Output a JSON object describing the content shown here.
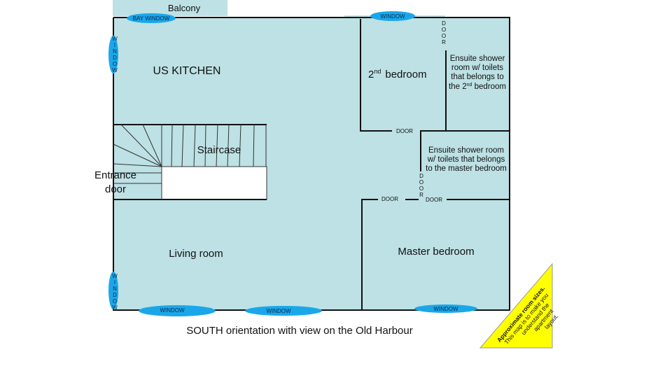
{
  "colors": {
    "room_fill": "#bde1e4",
    "window": "#1aa7ea",
    "note": "#ffff00"
  },
  "rooms": {
    "balcony": "Balcony",
    "kitchen": "US KITCHEN",
    "staircase": "Staircase",
    "entrance_line1": "Entrance",
    "entrance_line2": "door",
    "living": "Living room",
    "second_bedroom_num": "2",
    "second_bedroom_sup": "nd",
    "second_bedroom_word": "bedroom",
    "ensuite2_lines": [
      "Ensuite shower",
      "room w/ toilets",
      "that belongs to"
    ],
    "ensuite2_last_pre": "the 2",
    "ensuite2_last_sup": "nd",
    "ensuite2_last_post": " bedroom",
    "ensuite_master_lines": [
      "Ensuite shower room",
      "w/ toilets that belongs",
      "to the master bedroom"
    ],
    "master": "Master bedroom"
  },
  "windows": {
    "bay": "BAY WINDOW",
    "generic": "WINDOW",
    "vertical_letters": [
      "W",
      "I",
      "N",
      "D",
      "O",
      "W"
    ]
  },
  "doors": {
    "label": "DOOR",
    "vertical_letters": [
      "D",
      "O",
      "O",
      "R"
    ]
  },
  "orientation": "SOUTH orientation with view on the Old Harbour",
  "note": {
    "title": "Approximate room sizes.",
    "lines": [
      "This map is to make you",
      "understand  the",
      "apartment",
      "layout."
    ]
  }
}
